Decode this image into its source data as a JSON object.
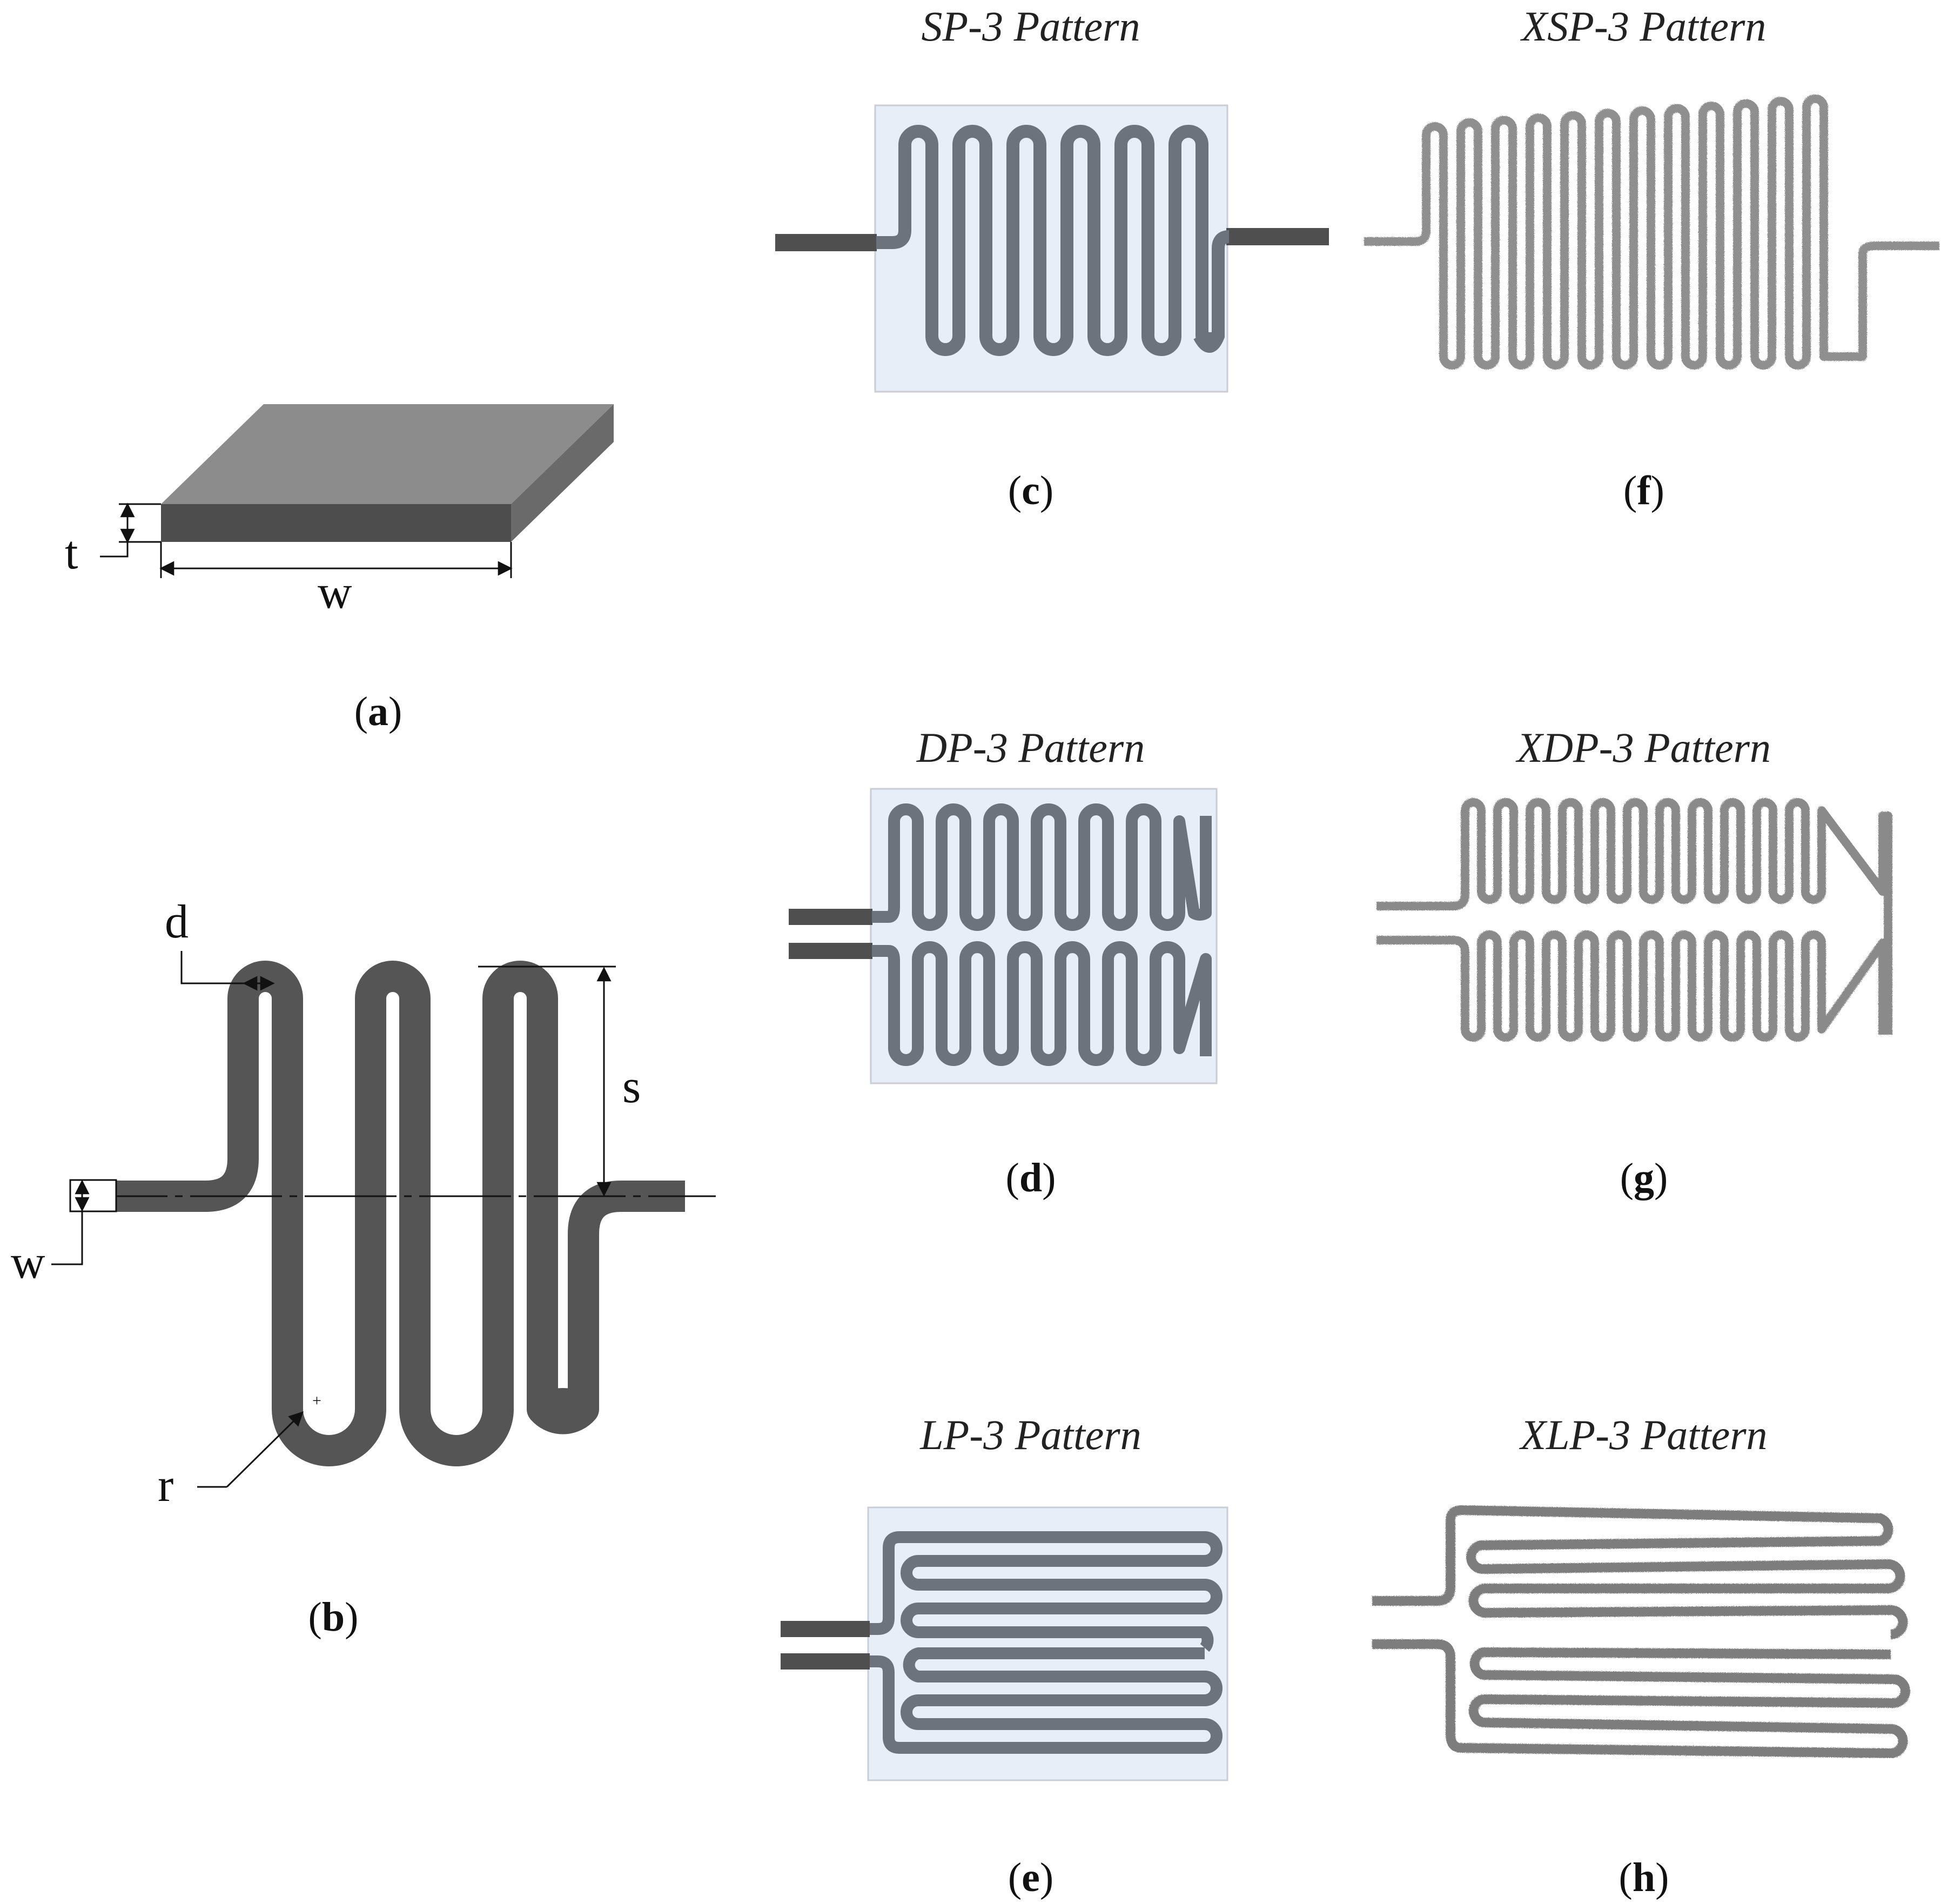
{
  "panels": {
    "a": {
      "caption_open": "(",
      "caption_letter": "a",
      "caption_close": ")",
      "dim_thickness": "t",
      "dim_width": "w"
    },
    "b": {
      "caption_open": "(",
      "caption_letter": "b",
      "caption_close": ")",
      "dim_d": "d",
      "dim_s": "s",
      "dim_w": "w",
      "dim_r": "r"
    },
    "c": {
      "title": "SP-3 Pattern",
      "caption_open": "(",
      "caption_letter": "c",
      "caption_close": ")"
    },
    "d": {
      "title": "DP-3 Pattern",
      "caption_open": "(",
      "caption_letter": "d",
      "caption_close": ")"
    },
    "e": {
      "title": "LP-3 Pattern",
      "caption_open": "(",
      "caption_letter": "e",
      "caption_close": ")"
    },
    "f": {
      "title": "XSP-3 Pattern",
      "caption_open": "(",
      "caption_letter": "f",
      "caption_close": ")"
    },
    "g": {
      "title": "XDP-3 Pattern",
      "caption_open": "(",
      "caption_letter": "g",
      "caption_close": ")"
    },
    "h": {
      "title": "XLP-3 Pattern",
      "caption_open": "(",
      "caption_letter": "h",
      "caption_close": ")"
    }
  },
  "colors": {
    "strip": "#5a5a5a",
    "strip_dark": "#4a4a4a",
    "lead": "#555555",
    "box_fill": "#e8eef8",
    "box_stroke": "#c8cdd6",
    "pattern_trace": "#6c737d",
    "photo_trace": "#8f8f8f"
  },
  "icons": {
    "dimension_arrow": "arrow-icon"
  }
}
